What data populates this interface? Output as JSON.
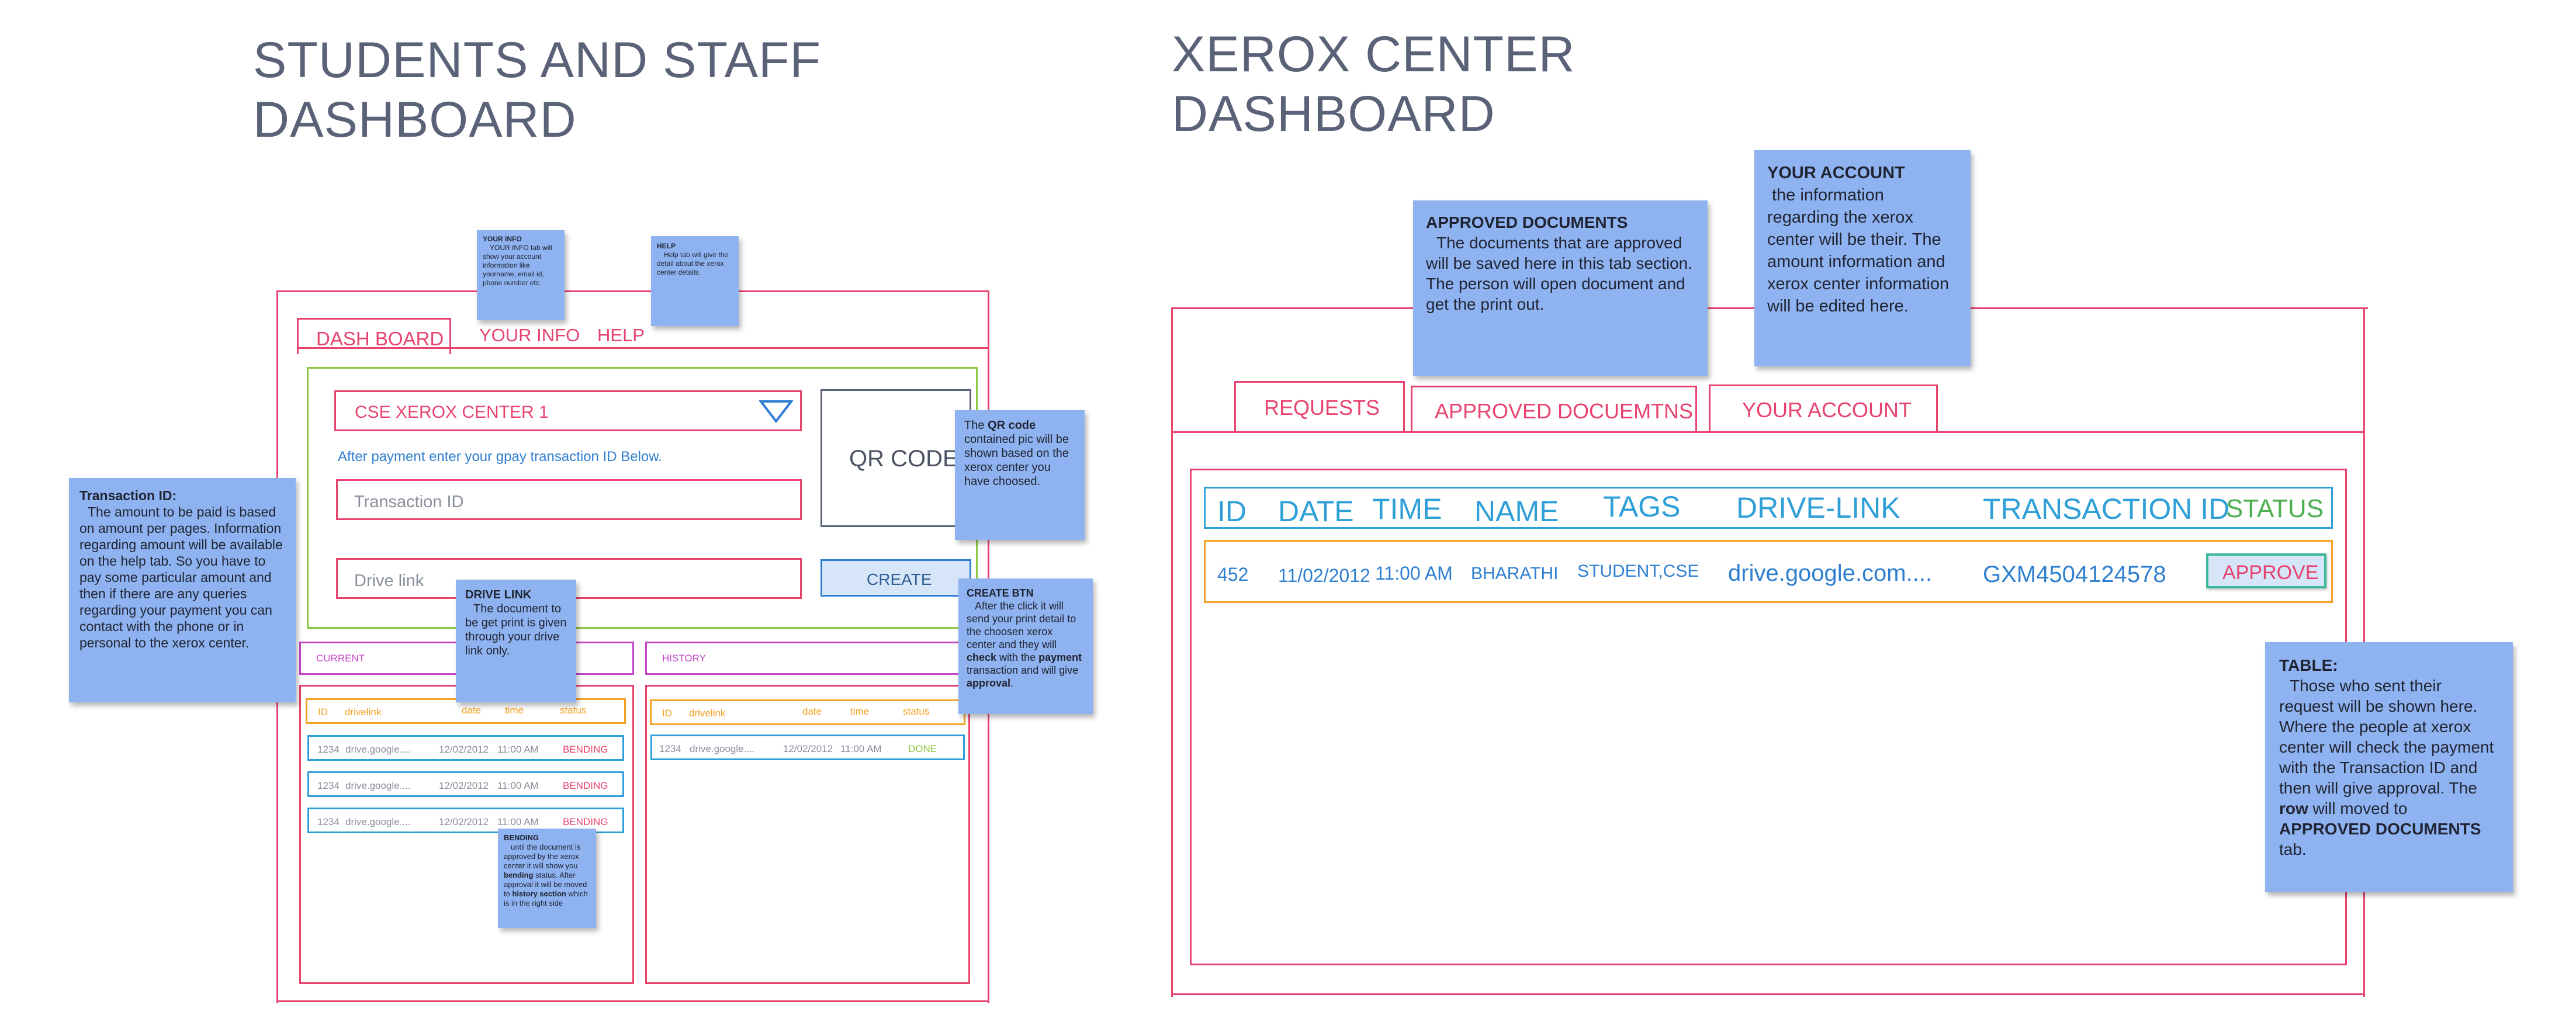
{
  "left": {
    "title_line1": "STUDENTS AND STAFF",
    "title_line2": "DASHBOARD",
    "tabs": {
      "dashboard": "DASH BOARD",
      "your_info": "YOUR INFO",
      "help": "HELP"
    },
    "center_select": "CSE XEROX CENTER 1",
    "payment_hint": "After payment enter your gpay transaction ID Below.",
    "transaction_placeholder": "Transaction ID",
    "drive_placeholder": "Drive link",
    "qr_code": "QR CODE",
    "create_button": "CREATE",
    "current_label": "CURRENT",
    "history_label": "HISTORY",
    "headers": {
      "id": "ID",
      "drivelink": "drivelink",
      "date": "date",
      "time": "time",
      "status": "status"
    },
    "current_rows": [
      {
        "id": "1234",
        "link": "drive.google....",
        "date": "12/02/2012",
        "time": "11:00 AM",
        "status": "BENDING"
      },
      {
        "id": "1234",
        "link": "drive.google....",
        "date": "12/02/2012",
        "time": "11:00 AM",
        "status": "BENDING"
      },
      {
        "id": "1234",
        "link": "drive.google....",
        "date": "12/02/2012",
        "time": "11:00 AM",
        "status": "BENDING"
      }
    ],
    "history_rows": [
      {
        "id": "1234",
        "link": "drive.google....",
        "date": "12/02/2012",
        "time": "11:00 AM",
        "status": "DONE"
      }
    ]
  },
  "right": {
    "title_line1": "XEROX CENTER",
    "title_line2": "DASHBOARD",
    "tabs": {
      "requests": "REQUESTS",
      "approved": "APPROVED DOCUEMTNS",
      "account": "YOUR ACCOUNT"
    },
    "headers": {
      "id": "ID",
      "date": "DATE",
      "time": "TIME",
      "name": "NAME",
      "tags": "TAGS",
      "drive": "DRIVE-LINK",
      "txn": "TRANSACTION ID",
      "status": "STATUS"
    },
    "row": {
      "id": "452",
      "date": "11/02/2012",
      "time": "11:00 AM",
      "name": "BHARATHI",
      "tags": "STUDENT,CSE",
      "drive": "drive.google.com....",
      "txn": "GXM4504124578",
      "action": "APPROVE"
    }
  },
  "notes": {
    "your_info": {
      "title": "YOUR INFO",
      "body": "YOUR INFO tab will show your account information like yourname, email id, phone number etc."
    },
    "help": {
      "title": "HELP",
      "body": "Help tab will give the detail about the xerox center details."
    },
    "qr": {
      "pre": "The ",
      "bold": "QR code",
      "post": " contained pic will be shown based on the xerox center you have choosed."
    },
    "transaction": {
      "title": "Transaction ID:",
      "body": "The amount to be paid is based on amount per pages. Information regarding amount will be available on the help tab. So you have to pay some particular amount and then if there are any queries regarding your payment you can contact with the phone or in personal to the xerox center."
    },
    "drive_link": {
      "title": "DRIVE LINK",
      "body": "The document to be get print is given through your drive link only."
    },
    "create_btn": {
      "title": "CREATE BTN",
      "p1": "After the click it will send your print detail to the choosen xerox center and they will ",
      "b1": "check",
      "p2": " with the ",
      "b2": "payment",
      "p3": " transaction and will give ",
      "b3": "approval",
      "p4": "."
    },
    "bending": {
      "title": "BENDING",
      "p1": "until the document is approved by the xerox center it will show you ",
      "b1": "bending",
      "p2": " status. After approval it will be moved to ",
      "b2": "history section",
      "p3": " which is in the right side"
    },
    "approved_docs": {
      "title": "APPROVED DOCUMENTS",
      "body": "The documents that are approved will be saved here in this tab section. The person will open document and get the print out."
    },
    "your_account": {
      "title": "YOUR ACCOUNT",
      "body": "the information regarding the xerox center will be their. The amount information and xerox center information will be edited here."
    },
    "table": {
      "title": "TABLE:",
      "p1": "Those who sent their request will be shown here. Where the people at xerox center will check the payment with the Transaction ID and then will give approval. The ",
      "b1": "row",
      "p2": " will moved to ",
      "b2": "APPROVED DOCUMENTS",
      "p3": " tab."
    }
  },
  "colors": {
    "pink": "#e8436f",
    "green": "#8dc63f",
    "orange": "#f5a020",
    "blue": "#2f7fd0",
    "sticky": "#8fb3f0",
    "magenta": "#c447c8",
    "title": "#5a6278"
  }
}
